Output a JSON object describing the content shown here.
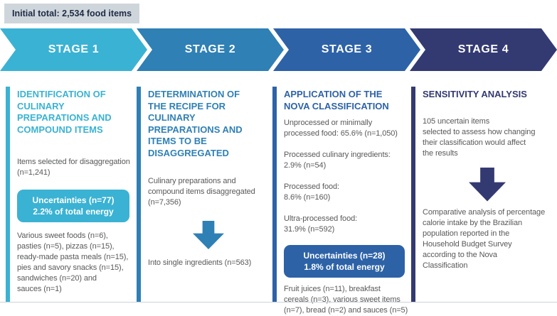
{
  "header": {
    "initial_total_label": "Initial total: 2,534 food items"
  },
  "stages": [
    {
      "label": "STAGE 1",
      "color": "#3AB2D3"
    },
    {
      "label": "STAGE 2",
      "color": "#2F80B5"
    },
    {
      "label": "STAGE 3",
      "color": "#2D62A7"
    },
    {
      "label": "STAGE 4",
      "color": "#333A72"
    }
  ],
  "columns": [
    {
      "title": "IDENTIFICATION OF\nCULINARY\nPREPARATIONS AND\nCOMPOUND ITEMS",
      "selected_items": "Items selected for disaggregation\n(n=1,241)",
      "uncertainties": {
        "line1": "Uncertainties (n=77)",
        "line2": "2.2% of total energy"
      },
      "details": "Various sweet foods (n=6),\npasties (n=5), pizzas (n=15),\nready-made pasta meals (n=15),\npies and savory snacks (n=15),\nsandwiches (n=20) and\nsauces (n=1)"
    },
    {
      "title": "DETERMINATION OF\nTHE RECIPE FOR\nCULINARY\nPREPARATIONS AND\nITEMS TO BE\nDISAGGREGATED",
      "disaggregated": "Culinary preparations and\ncompound items disaggregated\n(n=7,356)",
      "arrow_icon": "down-arrow",
      "result": "Into single ingredients (n=563)"
    },
    {
      "title": "APPLICATION OF THE\nNOVA CLASSIFICATION",
      "unprocessed": "Unprocessed or minimally\nprocessed food: 65.6% (n=1,050)",
      "processed_culinary": "Processed culinary ingredients:\n2.9% (n=54)",
      "processed": "Processed food:\n8.6% (n=160)",
      "ultra_processed": "Ultra-processed food:\n31.9% (n=592)",
      "uncertainties": {
        "line1": "Uncertainties (n=28)",
        "line2": "1.8% of total energy"
      },
      "details": "Fruit juices (n=11), breakfast\ncereals (n=3), various sweet items\n(n=7), bread (n=2) and sauces (n=5)"
    },
    {
      "title": "SENSITIVITY ANALYSIS",
      "description": "105 uncertain items\nselected to assess how changing\ntheir classification would affect\nthe results",
      "arrow_icon": "down-arrow",
      "result": "Comparative analysis of percentage\ncalorie intake by the Brazilian\npopulation reported in the\nHousehold Budget Survey\naccording to the Nova\nClassification"
    }
  ],
  "colors": {
    "stage1": "#3AB2D3",
    "stage2": "#2F80B5",
    "stage3": "#2D62A7",
    "stage4": "#333A72",
    "top_badge_bg": "#CFD6DB",
    "top_badge_text": "#1E2B45",
    "body_text": "#58595A"
  }
}
